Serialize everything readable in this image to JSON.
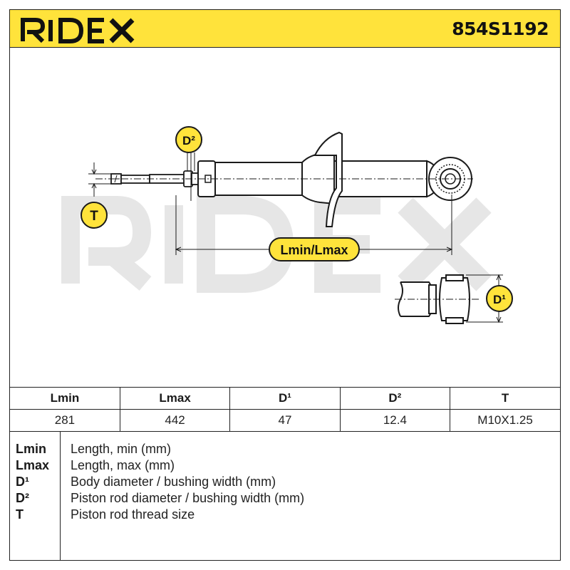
{
  "brand": {
    "logo_text": "RIDEX",
    "colors": {
      "header_bg": "#ffe33b",
      "badge_yellow": "#ffe33b",
      "line": "#1a1a1a",
      "watermark": "#e8e8e8"
    }
  },
  "part_number": "854S1192",
  "drawing": {
    "labels": {
      "d2": "D²",
      "t": "T",
      "lmin_lmax": "Lmin/Lmax",
      "d1": "D¹"
    }
  },
  "spec_table": {
    "headers": [
      "Lmin",
      "Lmax",
      "D¹",
      "D²",
      "T"
    ],
    "values": [
      "281",
      "442",
      "47",
      "12.4",
      "M10X1.25"
    ]
  },
  "legend": [
    {
      "key": "Lmin",
      "desc": "Length, min (mm)"
    },
    {
      "key": "Lmax",
      "desc": "Length, max (mm)"
    },
    {
      "key": "D¹",
      "desc": "Body diameter / bushing width (mm)"
    },
    {
      "key": "D²",
      "desc": "Piston rod diameter / bushing width (mm)"
    },
    {
      "key": "T",
      "desc": "Piston rod thread size"
    }
  ]
}
